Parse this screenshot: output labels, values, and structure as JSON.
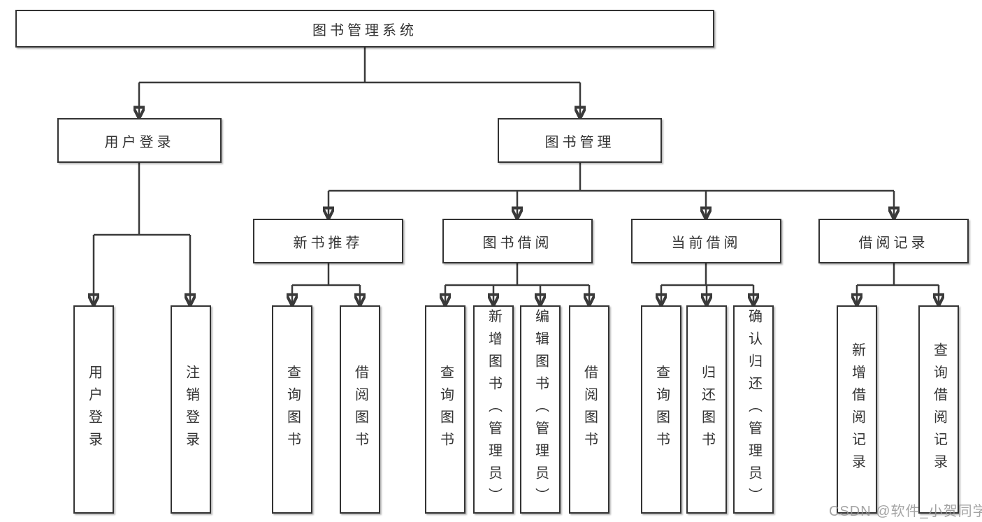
{
  "tree": {
    "root": {
      "label": "图书管理系统",
      "children": [
        {
          "label": "用户登录",
          "children": [
            {
              "label": "用户登录"
            },
            {
              "label": "注销登录"
            }
          ]
        },
        {
          "label": "图书管理",
          "children": [
            {
              "label": "新书推荐",
              "children": [
                {
                  "label": "查询图书"
                },
                {
                  "label": "借阅图书"
                }
              ]
            },
            {
              "label": "图书借阅",
              "children": [
                {
                  "label": "查询图书"
                },
                {
                  "label": "新增图书（管理员）"
                },
                {
                  "label": "编辑图书（管理员）"
                },
                {
                  "label": "借阅图书"
                }
              ]
            },
            {
              "label": "当前借阅",
              "children": [
                {
                  "label": "查询图书"
                },
                {
                  "label": "归还图书"
                },
                {
                  "label": "确认归还（管理员）"
                }
              ]
            },
            {
              "label": "借阅记录",
              "children": [
                {
                  "label": "新增借阅记录"
                },
                {
                  "label": "查询借阅记录"
                }
              ]
            }
          ]
        }
      ]
    }
  },
  "watermark": {
    "text": "CSDN @软件_小贺同学"
  },
  "colors": {
    "line": "#3a3a3a",
    "box_border": "#333333",
    "text": "#333333",
    "watermark": "#949494",
    "background": "#ffffff"
  }
}
